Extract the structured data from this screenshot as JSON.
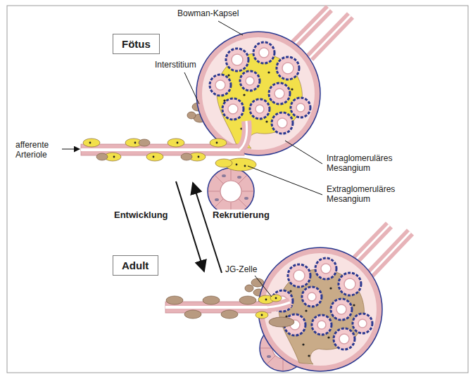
{
  "diagram": {
    "nodes": [
      {
        "text": [
          "Fötus"
        ]
      },
      {
        "text": [
          "Adult"
        ]
      }
    ],
    "labels": [
      "Bowman-Kapsel",
      "Interstitium",
      "Intraglomeruläres Mesangium",
      "afferente Arteriole",
      "Extraglomeruläres Mesangium",
      "Entwicklung",
      "Rekrutierung",
      "JG-Zelle"
    ]
  }
}
